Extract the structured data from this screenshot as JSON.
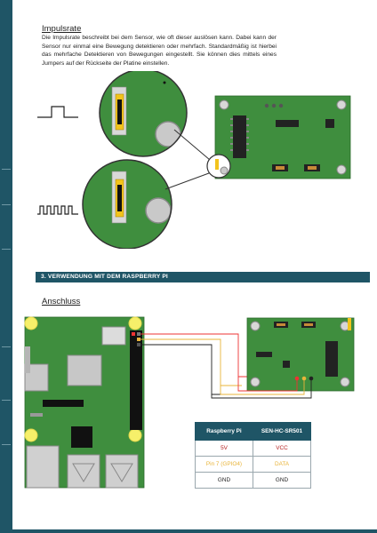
{
  "section1": {
    "title": "Impulsrate",
    "paragraph": "Die Impulsrate beschreibt bei dem Sensor, wie oft dieser auslösen kann. Dabei kann der Sensor nur einmal eine Bewegung detektieren oder mehrfach. Standardmäßig ist hierbei das mehrfache Detektieren von Bewegungen eingestellt. Sie können dies mittels eines Jumpers auf der Rückseite der Platine einstellen."
  },
  "section2": {
    "header": "3. VERWENDUNG MIT DEM RASPBERRY PI",
    "subtitle": "Anschluss"
  },
  "pin_table": {
    "headers": [
      "Raspberry Pi",
      "SEN-HC-SR501"
    ],
    "rows": [
      {
        "pi": "5V",
        "sensor": "VCC"
      },
      {
        "pi": "Pin 7 (GPIO4)",
        "sensor": "DATA"
      },
      {
        "pi": "GND",
        "sensor": "GND"
      }
    ]
  },
  "colors": {
    "brand_teal": "#1f5566",
    "pcb_green": "#3f8e3e",
    "vcc_red": "#b52020",
    "data_yellow": "#e8b43a",
    "gnd_black": "#222222"
  }
}
